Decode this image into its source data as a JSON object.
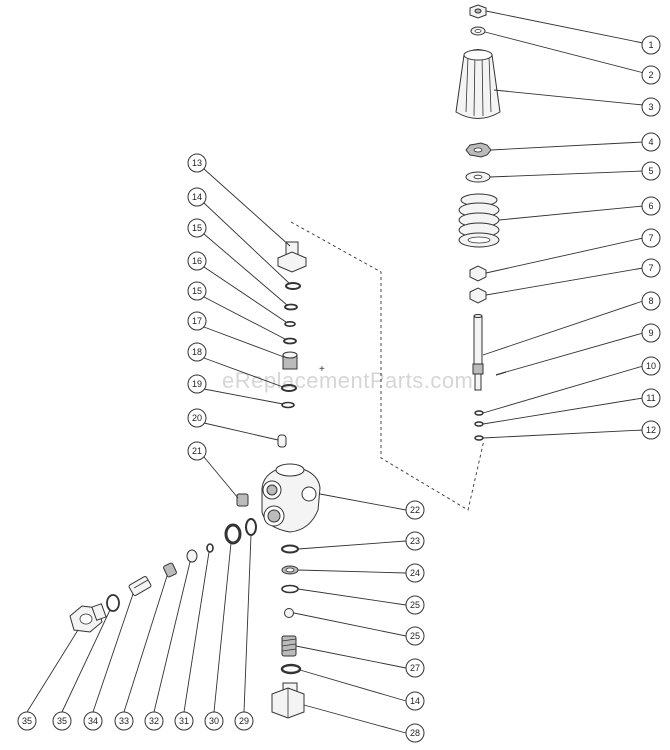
{
  "watermark": "eReplacementParts.com",
  "callouts": {
    "c1": "1",
    "c2": "2",
    "c3": "3",
    "c4": "4",
    "c5": "5",
    "c6": "6",
    "c7a": "7",
    "c7b": "7",
    "c8": "8",
    "c9": "9",
    "c10": "10",
    "c11": "11",
    "c12": "12",
    "c13": "13",
    "c14a": "14",
    "c15a": "15",
    "c16": "16",
    "c15b": "15",
    "c17": "17",
    "c18": "18",
    "c19": "19",
    "c20": "20",
    "c21": "21",
    "c22": "22",
    "c23": "23",
    "c24": "24",
    "c25a": "25",
    "c25b": "25",
    "c27": "27",
    "c14b": "14",
    "c28": "28",
    "c29": "29",
    "c30": "30",
    "c31": "31",
    "c32": "32",
    "c33": "33",
    "c34": "34",
    "c35a": "35",
    "c35b": "35"
  }
}
